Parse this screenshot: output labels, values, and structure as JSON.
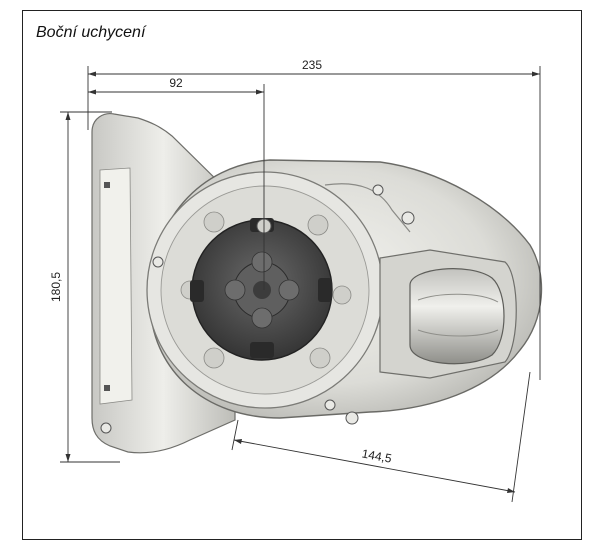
{
  "title": "Boční uchycení",
  "dimensions": {
    "overall_width": "235",
    "to_axis": "92",
    "height": "180,5",
    "diagonal": "144,5"
  },
  "colors": {
    "frame": "#222222",
    "dimension_line": "#333333",
    "body_light": "#e4e4e0",
    "body_shadow": "#a9a9a5",
    "drum_dark": "#4a4a4a",
    "cover": "#d9d9d4"
  }
}
